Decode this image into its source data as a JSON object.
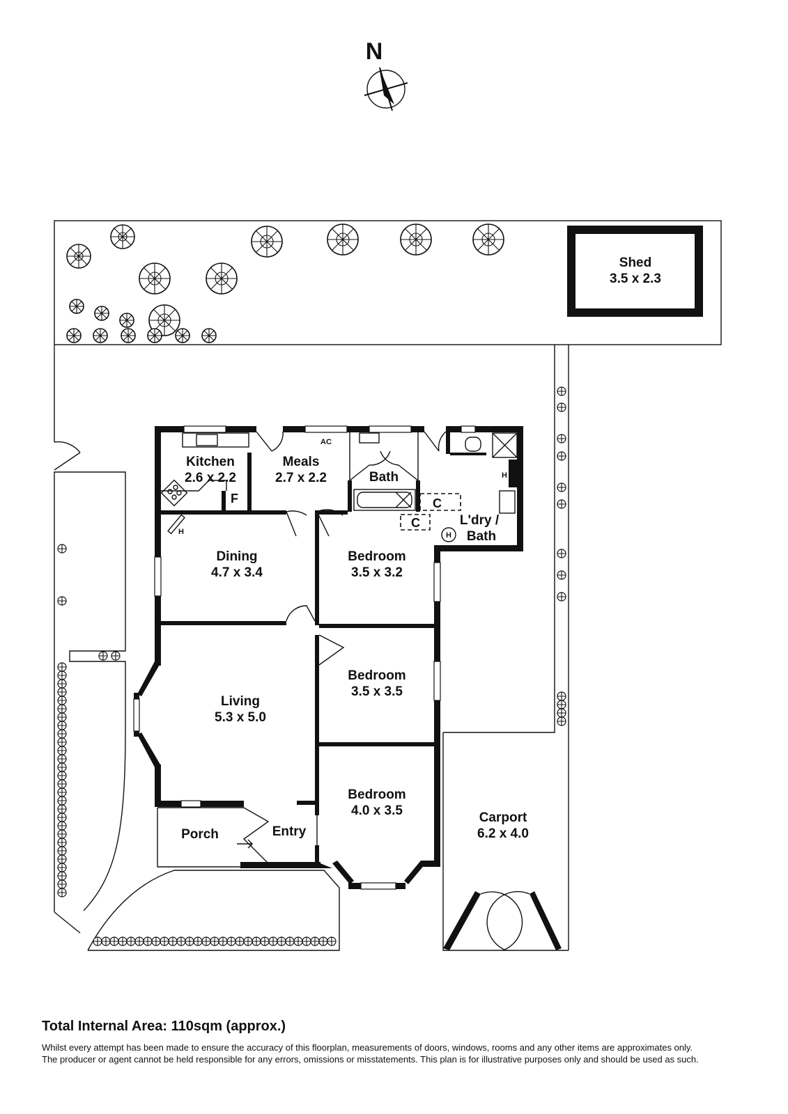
{
  "compass": {
    "label": "N"
  },
  "rooms": {
    "shed": {
      "name": "Shed",
      "dims": "3.5 x 2.3"
    },
    "kitchen": {
      "name": "Kitchen",
      "dims": "2.6 x 2.2"
    },
    "meals": {
      "name": "Meals",
      "dims": "2.7 x 2.2"
    },
    "bath": {
      "name": "Bath"
    },
    "laundry": {
      "name_line1": "L'dry /",
      "name_line2": "Bath"
    },
    "dining": {
      "name": "Dining",
      "dims": "4.7 x 3.4"
    },
    "bedroom1": {
      "name": "Bedroom",
      "dims": "3.5 x 3.2"
    },
    "bedroom2": {
      "name": "Bedroom",
      "dims": "3.5 x 3.5"
    },
    "bedroom3": {
      "name": "Bedroom",
      "dims": "4.0 x 3.5"
    },
    "living": {
      "name": "Living",
      "dims": "5.3 x 5.0"
    },
    "porch": {
      "name": "Porch"
    },
    "entry": {
      "name": "Entry"
    },
    "carport": {
      "name": "Carport",
      "dims": "6.2 x 4.0"
    }
  },
  "fixtures": {
    "ac": "AC",
    "fridge": "F",
    "heater_kitchen": "H",
    "heater_laundry": "H",
    "hot_water": "H",
    "cupboard_bath": "C",
    "cupboard_laundry": "C"
  },
  "footer": {
    "total_area": "Total Internal Area: 110sqm (approx.)",
    "disclaimer_line1": "Whilst every attempt has been made to ensure the accuracy of this floorplan, measurements of doors, windows, rooms and any other items are approximates only.",
    "disclaimer_line2": "The producer or agent cannot be held responsible for any errors, omissions or misstatements. This plan is for illustrative purposes only and should be used as such."
  }
}
